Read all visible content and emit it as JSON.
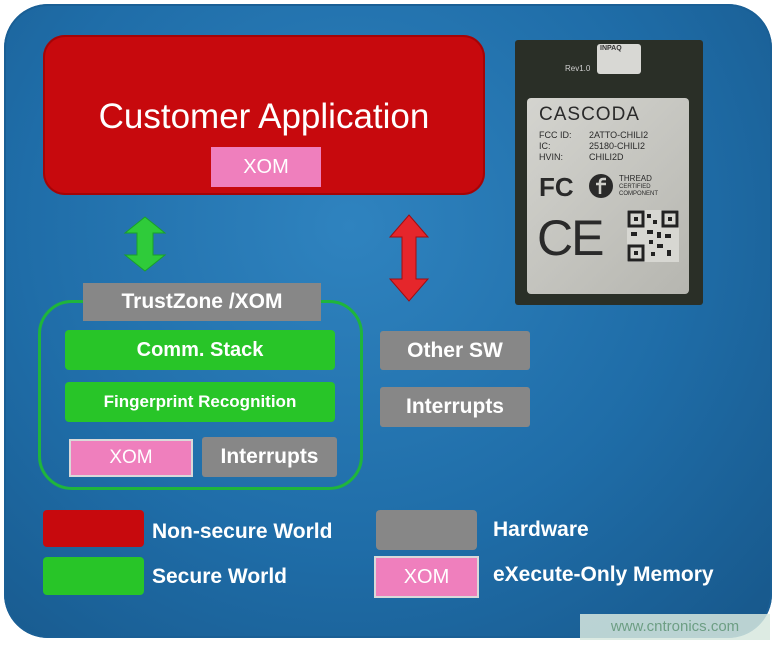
{
  "diagram": {
    "customer_application": "Customer Application",
    "customer_xom": "XOM",
    "trustzone_label": "TrustZone /XOM",
    "comm_stack": "Comm. Stack",
    "fingerprint": "Fingerprint Recognition",
    "secure_xom": "XOM",
    "secure_interrupts": "Interrupts",
    "other_sw": "Other  SW",
    "other_interrupts": "Interrupts"
  },
  "legend": {
    "non_secure": "Non-secure World",
    "secure": "Secure World",
    "hardware": "Hardware",
    "xom_swatch": "XOM",
    "xom_desc": "eXecute-Only  Memory"
  },
  "module": {
    "brand": "CASCODA",
    "fcc_label": "FCC ID:",
    "fcc_value": "2ATTO-CHILI2",
    "ic_label": "IC:",
    "ic_value": "25180-CHILI2",
    "hvin_label": "HVIN:",
    "hvin_value": "CHILI2D",
    "rev": "Rev1.0",
    "cert_fc": "FC",
    "cert_ce": "CE",
    "thread_1": "THREAD",
    "thread_2": "CERTIFIED",
    "thread_3": "COMPONENT",
    "antenna_brand": "INPAQ"
  },
  "watermark": "www.cntronics.com",
  "colors": {
    "non_secure": "#c7090d",
    "secure": "#28c528",
    "hardware": "#878787",
    "xom": "#ef7fbd",
    "background": "#1f6da8"
  }
}
